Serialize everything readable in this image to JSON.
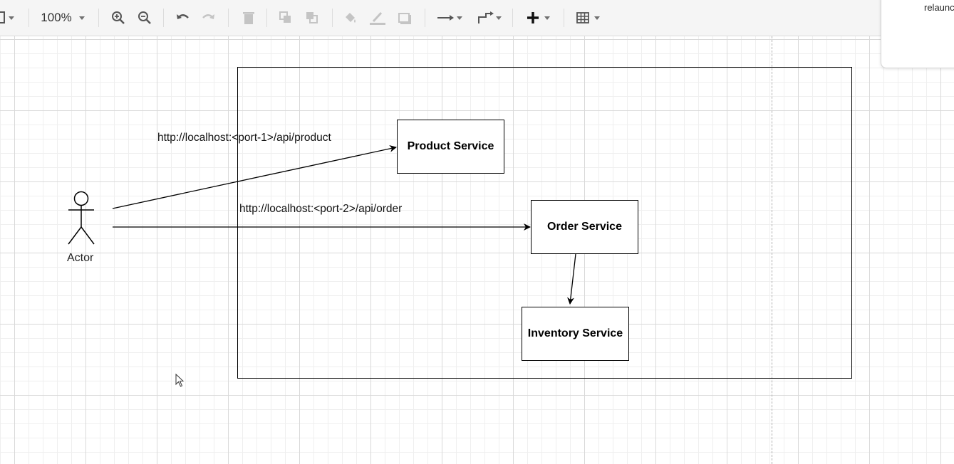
{
  "toolbar": {
    "zoom_level": "100%",
    "icons": [
      "page-format-icon",
      "zoom-in-icon",
      "zoom-out-icon",
      "undo-icon",
      "redo-icon",
      "delete-icon",
      "to-front-icon",
      "to-back-icon",
      "fill-color-icon",
      "line-color-icon",
      "shadow-icon",
      "connection-icon",
      "waypoints-icon",
      "insert-icon",
      "table-icon"
    ]
  },
  "popup": {
    "text": "relaunc"
  },
  "diagram": {
    "actor": {
      "label": "Actor"
    },
    "nodes": {
      "product": "Product Service",
      "order": "Order Service",
      "inventory": "Inventory Service"
    },
    "edges": {
      "product_url": "http://localhost:<port-1>/api/product",
      "order_url": "http://localhost:<port-2>/api/order"
    }
  },
  "colors": {
    "line": "#000000",
    "grid_major": "#d9d9d9",
    "grid_minor": "#efefef",
    "toolbar_bg": "#f5f5f5"
  }
}
